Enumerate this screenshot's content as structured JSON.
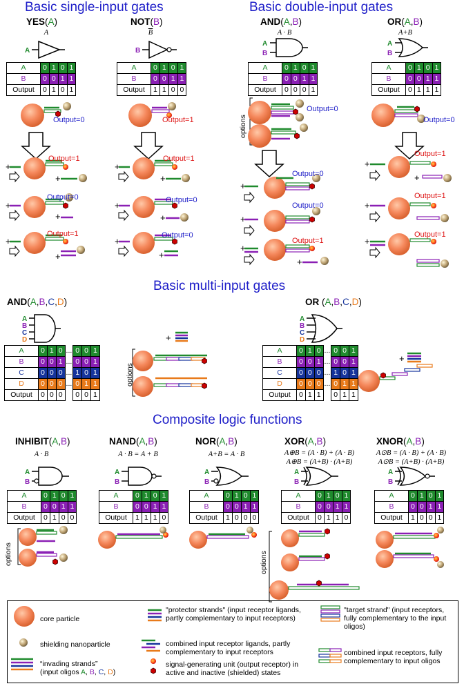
{
  "headers": {
    "single": "Basic single-input gates",
    "double": "Basic double-input gates",
    "multi": "Basic multi-input gates",
    "composite": "Composite logic functions"
  },
  "gates": {
    "yes": {
      "name": "YES",
      "args": "A",
      "expr": "A"
    },
    "not": {
      "name": "NOT",
      "args": "B",
      "expr": "B"
    },
    "and2": {
      "name": "AND",
      "args": [
        "A",
        "B"
      ],
      "expr": "A · B"
    },
    "or2": {
      "name": "OR",
      "args": [
        "A",
        "B"
      ],
      "expr": "A+B"
    },
    "and4": {
      "name": "AND",
      "args": [
        "A",
        "B",
        "C",
        "D"
      ]
    },
    "or4": {
      "name": "OR",
      "args": [
        "A",
        "B",
        "C",
        "D"
      ]
    },
    "inhibit": {
      "name": "INHIBIT",
      "args": [
        "A",
        "B"
      ],
      "expr": "A · B"
    },
    "nand": {
      "name": "NAND",
      "args": [
        "A",
        "B"
      ],
      "expr": "A · B = A + B"
    },
    "nor": {
      "name": "NOR",
      "args": [
        "A",
        "B"
      ],
      "expr": "A+B = A · B"
    },
    "xor": {
      "name": "XOR",
      "args": [
        "A",
        "B"
      ],
      "expr1": "A⊕B = (A · B) + (A · B)",
      "expr2": "A⊕B = (A+B) · (A+B)"
    },
    "xnor": {
      "name": "XNOR",
      "args": [
        "A",
        "B"
      ],
      "expr1": "A⊙B = (A · B) + (A · B)",
      "expr2": "A⊙B = (A+B) · (A+B)"
    }
  },
  "tables": {
    "yes": {
      "A": [
        "0",
        "1",
        "0",
        "1"
      ],
      "B": [
        "0",
        "0",
        "1",
        "1"
      ],
      "Output": [
        "0",
        "1",
        "0",
        "1"
      ]
    },
    "not": {
      "A": [
        "0",
        "1",
        "0",
        "1"
      ],
      "B": [
        "0",
        "0",
        "1",
        "1"
      ],
      "Output": [
        "1",
        "1",
        "0",
        "0"
      ]
    },
    "and2": {
      "A": [
        "0",
        "1",
        "0",
        "1"
      ],
      "B": [
        "0",
        "0",
        "1",
        "1"
      ],
      "Output": [
        "0",
        "0",
        "0",
        "1"
      ]
    },
    "or2": {
      "A": [
        "0",
        "1",
        "0",
        "1"
      ],
      "B": [
        "0",
        "0",
        "1",
        "1"
      ],
      "Output": [
        "0",
        "1",
        "1",
        "1"
      ]
    },
    "inhibit": {
      "A": [
        "0",
        "1",
        "0",
        "1"
      ],
      "B": [
        "0",
        "0",
        "1",
        "1"
      ],
      "Output": [
        "0",
        "1",
        "0",
        "0"
      ]
    },
    "nand": {
      "A": [
        "0",
        "1",
        "0",
        "1"
      ],
      "B": [
        "0",
        "0",
        "1",
        "1"
      ],
      "Output": [
        "1",
        "1",
        "1",
        "0"
      ]
    },
    "nor": {
      "A": [
        "0",
        "1",
        "0",
        "1"
      ],
      "B": [
        "0",
        "0",
        "1",
        "1"
      ],
      "Output": [
        "1",
        "0",
        "0",
        "0"
      ]
    },
    "xor": {
      "A": [
        "0",
        "1",
        "0",
        "1"
      ],
      "B": [
        "0",
        "0",
        "1",
        "1"
      ],
      "Output": [
        "0",
        "1",
        "1",
        "0"
      ]
    },
    "xnor": {
      "A": [
        "0",
        "1",
        "0",
        "1"
      ],
      "B": [
        "0",
        "0",
        "1",
        "1"
      ],
      "Output": [
        "1",
        "0",
        "0",
        "1"
      ]
    },
    "and4": {
      "A": [
        "0",
        "1",
        "0",
        "0",
        "0",
        "1"
      ],
      "B": [
        "0",
        "0",
        "1",
        "0",
        "0",
        "1"
      ],
      "C": [
        "0",
        "0",
        "0",
        "1",
        "0",
        "1"
      ],
      "D": [
        "0",
        "0",
        "0",
        "0",
        "1",
        "1"
      ],
      "Output": [
        "0",
        "0",
        "0",
        "0",
        "0",
        "1"
      ]
    },
    "or4": {
      "A": [
        "0",
        "1",
        "0",
        "0",
        "0",
        "1"
      ],
      "B": [
        "0",
        "0",
        "1",
        "0",
        "0",
        "1"
      ],
      "C": [
        "0",
        "0",
        "0",
        "1",
        "0",
        "1"
      ],
      "D": [
        "0",
        "0",
        "0",
        "0",
        "1",
        "1"
      ],
      "Output": [
        "0",
        "1",
        "1",
        "0",
        "1",
        "1"
      ]
    }
  },
  "labels": {
    "A": "A",
    "B": "B",
    "C": "C",
    "D": "D",
    "Output": "Output",
    "dots": "...",
    "options": "options",
    "plus": "+"
  },
  "outputs": {
    "zero": "Output=0",
    "one": "Output=1"
  },
  "legend": {
    "core": "core particle",
    "shield": "shielding nanoparticle",
    "invading1": "“invading strands”",
    "invading2": "(input oligos",
    "invading_letters": [
      "A",
      "B",
      "C",
      "D"
    ],
    "protector": "\"protector strands\" (input receptor ligands, partly complementary to input receptors)",
    "combined_lig": "combined input receptor ligands, partly complementary to input receptors",
    "signal": "signal-generating unit (output receptor) in active and inactive (shielded) states",
    "target": "\"target strand\" (input receptors, fully complementary to the input oligos)",
    "combined_rec": "combined input receptors, fully complementary to input oligos"
  },
  "colors": {
    "A": "#1f8a2d",
    "B": "#8a1fb4",
    "C": "#16349c",
    "D": "#e87a1a",
    "header": "#1d1dc8",
    "out0": "#1d1dc8",
    "out1": "#dd1111"
  }
}
